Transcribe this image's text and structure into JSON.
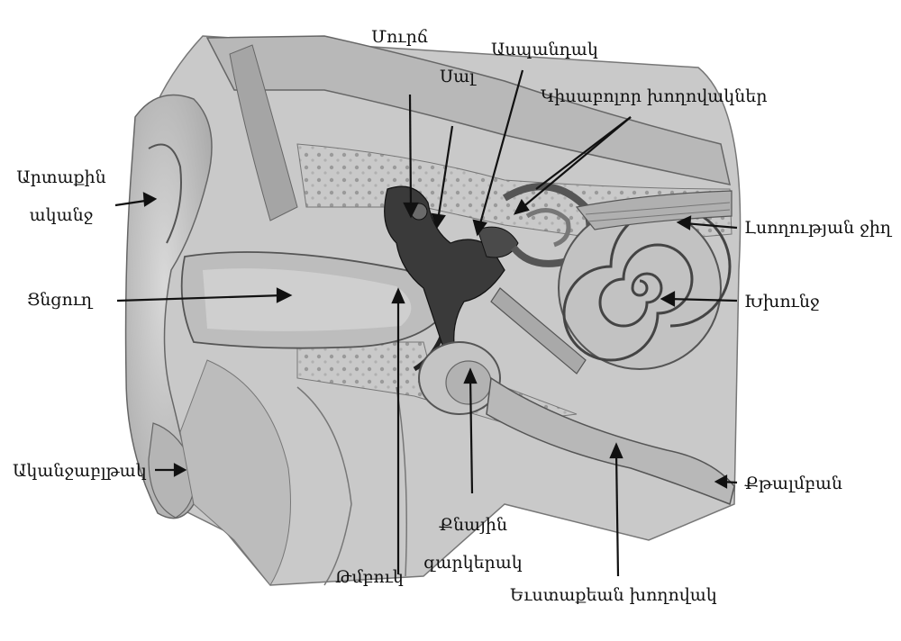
{
  "figure": {
    "labels": {
      "anvil": "Մուրճ",
      "hammer": "Սալ",
      "stirrup": "Ասպանդակ",
      "semicircular": "Կիսաբոլոր խողովակներ",
      "outer_ear": [
        "Արտաքին",
        "ականջ"
      ],
      "vestibular_nerve": "Լսողության ջիղ",
      "ear_canal": "Ցնցուղ",
      "cochlea": "Խխունջ",
      "earlobe": "Ականջաբլթակ",
      "cheekbone": "Քթալմբան",
      "eardrum": "Թմբուկ",
      "round_window": [
        "Քնային",
        "զարկերակ"
      ],
      "eustachian": "Եւստաքեան խողովակ"
    }
  }
}
